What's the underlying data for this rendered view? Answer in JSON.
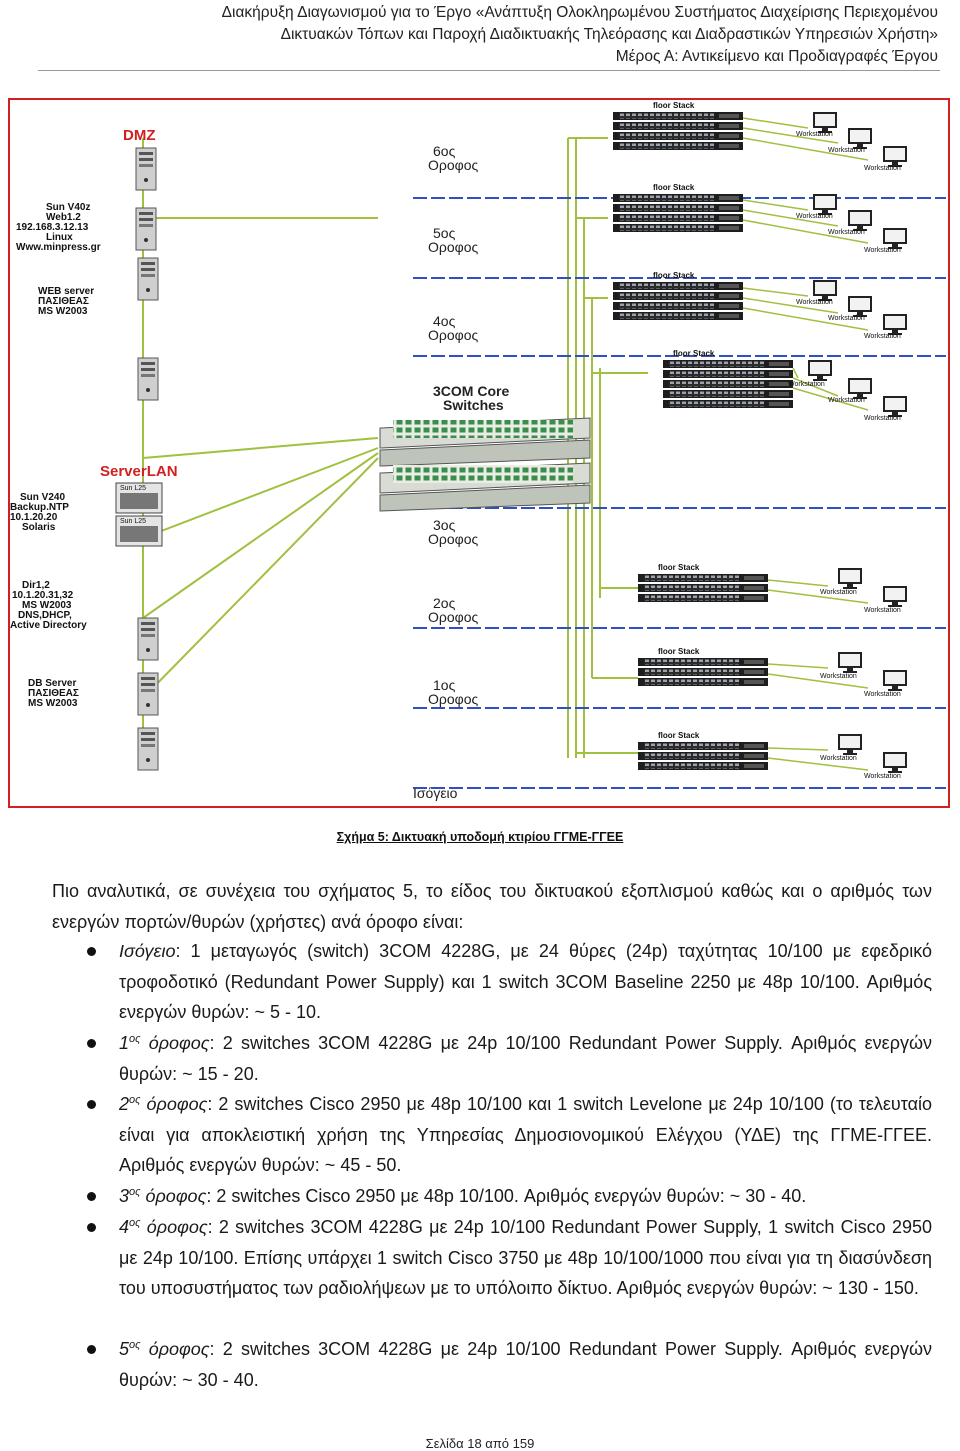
{
  "header": {
    "line1": "Διακήρυξη Διαγωνισμού για το Έργο «Ανάπτυξη Ολοκληρωμένου Συστήματος Διαχείρισης Περιεχομένου",
    "line2": "Δικτυακών Τόπων και Παροχή Διαδικτυακής Τηλεόρασης και Διαδραστικών Υπηρεσιών Χρήστη»",
    "line3": "Μέρος Α: Αντικείμενο και Προδιαγραφές Έργου"
  },
  "diagram": {
    "dmz": "DMZ",
    "serverlan": "ServerLAN",
    "core": [
      "3COM Core",
      "Switches"
    ],
    "sun_web": [
      "Sun V40z",
      "Web1.2",
      "192.168.3.12.13",
      "Linux",
      "Www.minpress.gr"
    ],
    "web_server": [
      "WEB server",
      "ΠΑΣΙΘΕΑΣ",
      "MS W2003"
    ],
    "sun_v240": [
      "Sun V240",
      "Backup.NTP",
      "10.1.20.20",
      "Solaris"
    ],
    "dir": [
      "Dir1,2",
      "10.1.20.31,32",
      "MS W2003",
      "DNS,DHCP,",
      "Active Directory"
    ],
    "db": [
      "DB Server",
      "ΠΑΣΙΘΕΑΣ",
      "MS W2003"
    ],
    "sun_l25": "Sun L25",
    "floors": [
      [
        "6ος",
        "Οροφος"
      ],
      [
        "5ος",
        "Οροφος"
      ],
      [
        "4ος",
        "Οροφος"
      ],
      [
        "3ος",
        "Οροφος"
      ],
      [
        "2ος",
        "Οροφος"
      ],
      [
        "1ος",
        "Οροφος"
      ]
    ],
    "ground": "Ισόγειο",
    "floor_stack": "floor Stack",
    "workstation": "Workstation"
  },
  "caption": "Σχήμα 5: Δικτυακή υποδομή κτιρίου ΓΓΜΕ-ΓΓΕΕ",
  "intro": "Πιο αναλυτικά, σε συνέχεια του σχήματος 5, το είδος του δικτυακού εξοπλισμού καθώς και ο αριθμός των ενεργών πορτών/θυρών (χρήστες) ανά όροφο είναι:",
  "items": [
    {
      "num": "",
      "sup": "",
      "floor": "Ισόγειο",
      "text": ": 1 μεταγωγός (switch) 3COM 4228G, με 24 θύρες (24p) ταχύτητας 10/100 με εφεδρικό τροφοδοτικό (Redundant Power Supply) και 1 switch 3COM Baseline 2250 με 48p 10/100. Αριθμός ενεργών θυρών: ~ 5 - 10."
    },
    {
      "num": "1",
      "sup": "ος",
      "floor": " όροφος",
      "text": ": 2 switches 3COM 4228G με 24p 10/100 Redundant Power Supply. Αριθμός ενεργών θυρών: ~ 15 - 20."
    },
    {
      "num": "2",
      "sup": "ος",
      "floor": " όροφος",
      "text": ": 2 switches Cisco 2950 με 48p 10/100 και 1 switch Levelone με 24p 10/100 (το τελευταίο είναι για αποκλειστική χρήση της Υπηρεσίας Δημοσιονομικού Ελέγχου (ΥΔΕ) της ΓΓΜΕ-ΓΓΕΕ. Αριθμός ενεργών θυρών: ~ 45 - 50."
    },
    {
      "num": "3",
      "sup": "ος",
      "floor": " όροφος",
      "text": ": 2 switches Cisco 2950 με 48p 10/100. Αριθμός ενεργών θυρών: ~ 30 - 40."
    },
    {
      "num": "4",
      "sup": "ος",
      "floor": " όροφος",
      "text": ": 2 switches 3COM 4228G με 24p 10/100 Redundant Power Supply, 1 switch Cisco 2950 με 24p 10/100. Επίσης υπάρχει 1 switch Cisco 3750 με 48p 10/100/1000 που είναι για τη διασύνδεση του υποσυστήματος των ραδιολήψεων με το υπόλοιπο δίκτυο. Αριθμός ενεργών θυρών: ~ 130 - 150."
    },
    {
      "num": "5",
      "sup": "ος",
      "floor": " όροφος",
      "text": ": 2 switches 3COM 4228G με 24p 10/100 Redundant Power Supply. Αριθμός ενεργών θυρών: ~ 30 - 40."
    }
  ],
  "footer": "Σελίδα 18 από 159",
  "colors": {
    "border": "#d02020",
    "floor_line": "#3050c0",
    "link": "#a0c040",
    "dmz": "#d02020"
  }
}
